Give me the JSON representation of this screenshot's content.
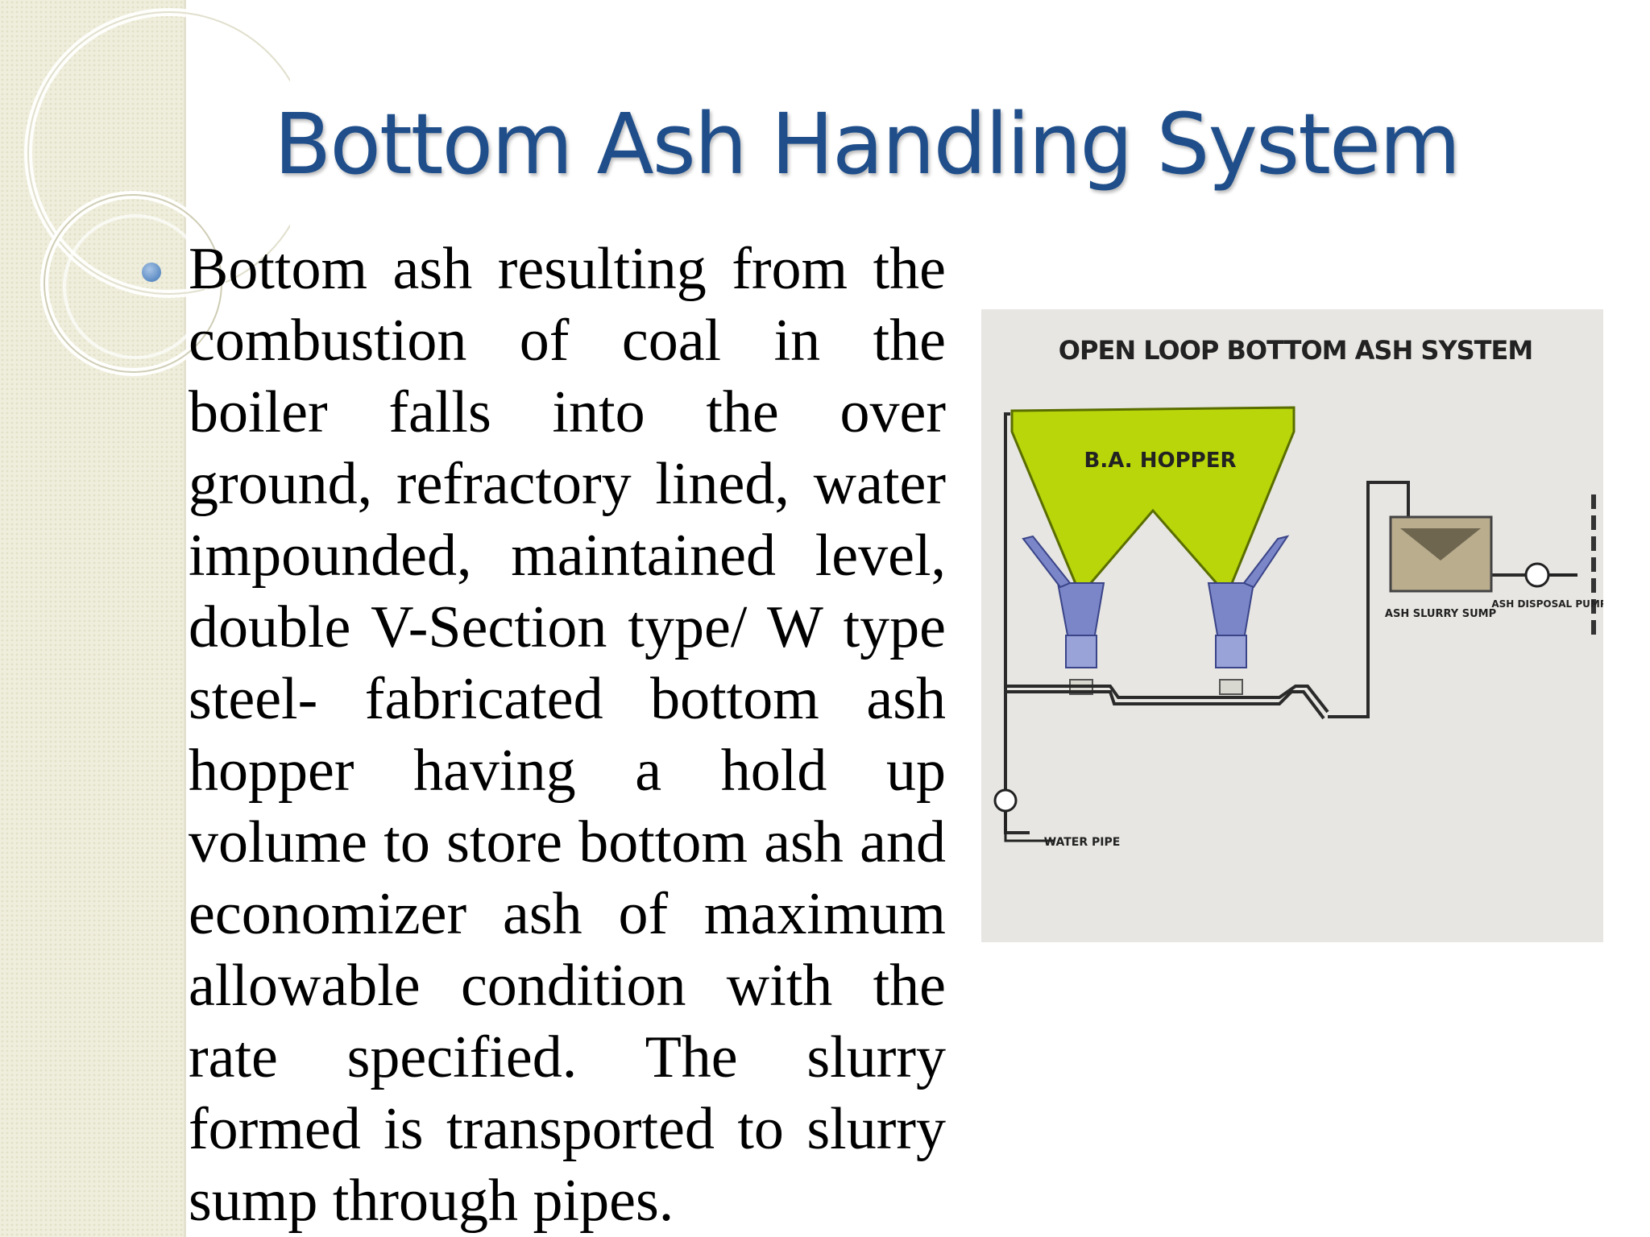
{
  "slide": {
    "title": "Bottom Ash Handling System",
    "body": "Bottom ash resulting from the combustion of coal in the boiler falls into the over ground, refractory lined, water impounded, maintained level, double V-Section type/ W type steel- fabricated bottom ash hopper having a hold up volume to store bottom ash and economizer ash of maximum allowable condition with the rate specified. The slurry formed is transported to slurry sump through pipes."
  },
  "diagram": {
    "title": "OPEN LOOP BOTTOM ASH SYSTEM",
    "hopper_label": "B.A. HOPPER",
    "sump_label": "ASH SLURRY SUMP",
    "pump_label": "ASH DISPOSAL PUMP",
    "water_label": "WATER PIPE",
    "colors": {
      "hopper": "#b8d60a",
      "hopper_outline": "#5a6e00",
      "cone": "#7a86c8",
      "sump": "#b9ad8e",
      "pipe": "#2a2a2a",
      "background": "#e7e6e2"
    }
  }
}
